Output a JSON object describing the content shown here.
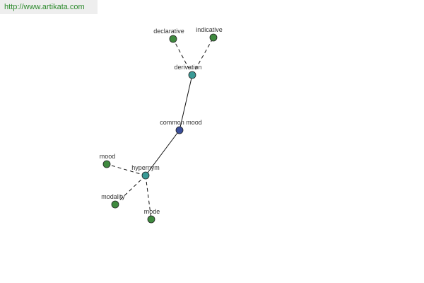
{
  "banner": {
    "url_text": "http://www.artikata.com"
  },
  "colors": {
    "center_node": "#3a4e9a",
    "relation_node": "#3a9a96",
    "word_node": "#3f8a3f",
    "node_stroke": "#222222",
    "edge": "#111111",
    "banner_text": "#2e8b2e"
  },
  "graph": {
    "nodes": [
      {
        "id": "common-mood",
        "label": "common mood",
        "kind": "center"
      },
      {
        "id": "derivation",
        "label": "derivation",
        "kind": "relation"
      },
      {
        "id": "hypernym",
        "label": "hypernym",
        "kind": "relation"
      },
      {
        "id": "declarative",
        "label": "declarative",
        "kind": "word"
      },
      {
        "id": "indicative",
        "label": "indicative",
        "kind": "word"
      },
      {
        "id": "mood",
        "label": "mood",
        "kind": "word"
      },
      {
        "id": "modality",
        "label": "modality",
        "kind": "word"
      },
      {
        "id": "mode",
        "label": "mode",
        "kind": "word"
      }
    ],
    "edges": [
      {
        "from": "common-mood",
        "to": "derivation",
        "style": "solid"
      },
      {
        "from": "common-mood",
        "to": "hypernym",
        "style": "solid"
      },
      {
        "from": "derivation",
        "to": "declarative",
        "style": "dashed"
      },
      {
        "from": "derivation",
        "to": "indicative",
        "style": "dashed"
      },
      {
        "from": "hypernym",
        "to": "mood",
        "style": "dashed"
      },
      {
        "from": "hypernym",
        "to": "modality",
        "style": "dashed"
      },
      {
        "from": "hypernym",
        "to": "mode",
        "style": "dashed"
      }
    ]
  }
}
